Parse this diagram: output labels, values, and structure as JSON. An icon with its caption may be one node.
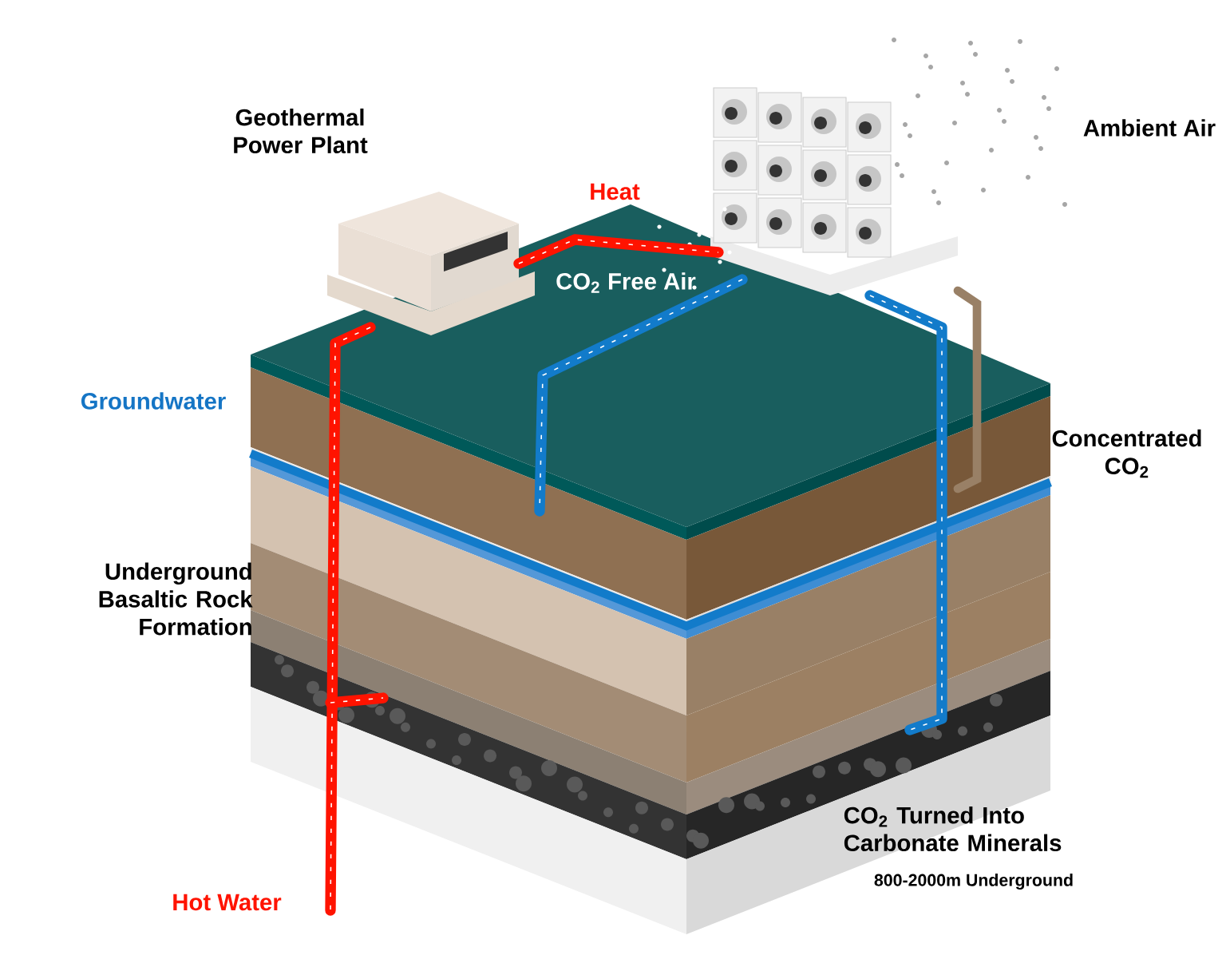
{
  "diagram": {
    "labels": [
      "Geothermal Power Plant",
      "Heat",
      "CO$_{2}$ Free Air",
      "Ambient Air",
      "Groundwater",
      "Concentrated CO$_{2}$",
      "Underground Basaltic Rock Formation",
      "CO$_{2}$ Turned Into Carbonate Minerals",
      "800-2000m Underground",
      "Hot Water"
    ]
  }
}
